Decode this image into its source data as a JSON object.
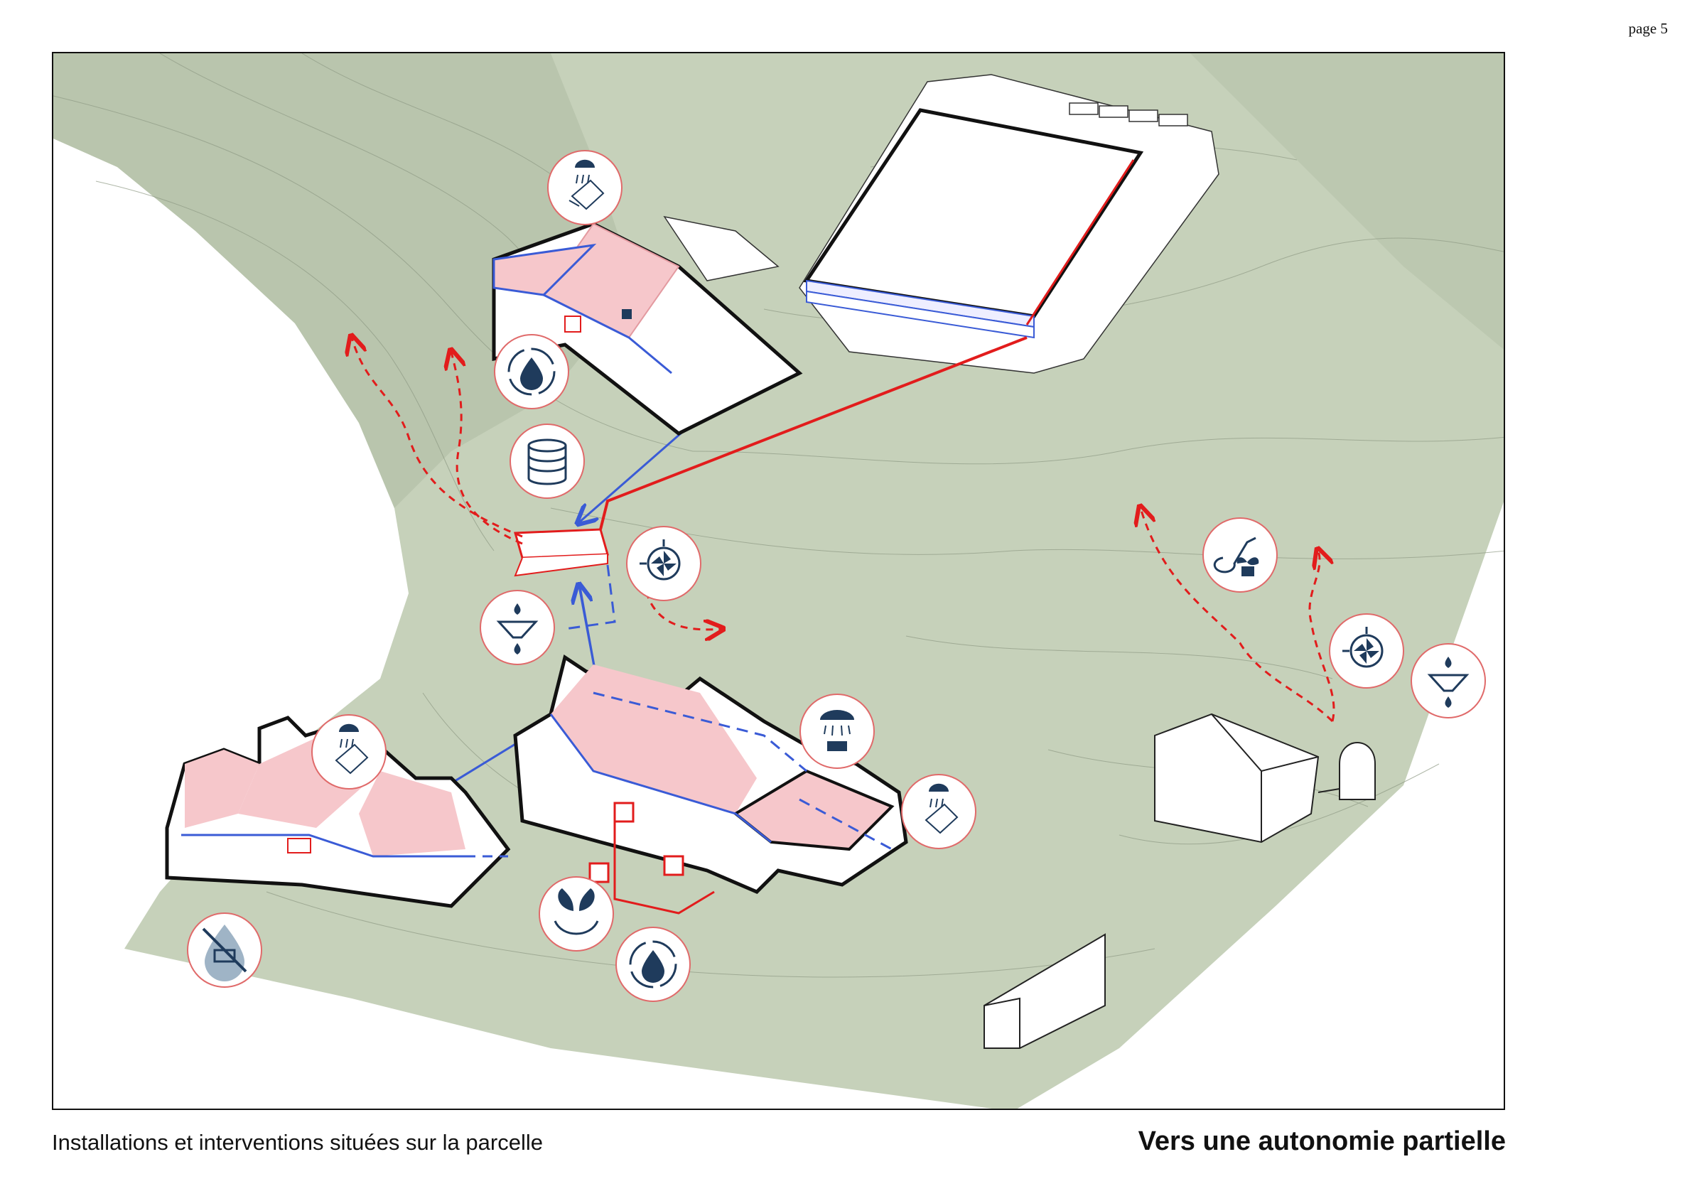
{
  "page": {
    "number_label": "page 5"
  },
  "captions": {
    "left": "Installations et interventions situées sur la parcelle",
    "right": "Vers une autonomie partielle"
  },
  "colors": {
    "terrain": "#c6d1ba",
    "terrain_dark": "#b3c0a6",
    "roof_pink": "#f6c7cb",
    "water_blue": "#3a5bd6",
    "energy_red": "#e21c1c",
    "icon_navy": "#1f3b5c",
    "icon_ring": "#e06a6a"
  },
  "icons": [
    {
      "name": "rain-roof-icon",
      "building": "upper-house"
    },
    {
      "name": "water-cycle-icon",
      "building": "upper-house"
    },
    {
      "name": "water-tank-icon",
      "building": "upper-house"
    },
    {
      "name": "ventilation-fan-icon",
      "building": "collector"
    },
    {
      "name": "water-filter-icon",
      "building": "collector"
    },
    {
      "name": "rain-roof-icon",
      "building": "left-house"
    },
    {
      "name": "no-water-toilet-icon",
      "building": "left-house"
    },
    {
      "name": "compost-leaves-icon",
      "building": "middle-house"
    },
    {
      "name": "water-cycle-icon",
      "building": "middle-house"
    },
    {
      "name": "shower-icon",
      "building": "middle-house"
    },
    {
      "name": "rain-roof-icon",
      "building": "middle-house"
    },
    {
      "name": "garden-hose-icon",
      "building": "shed"
    },
    {
      "name": "ventilation-fan-icon",
      "building": "shed"
    },
    {
      "name": "water-filter-icon",
      "building": "shed"
    }
  ]
}
